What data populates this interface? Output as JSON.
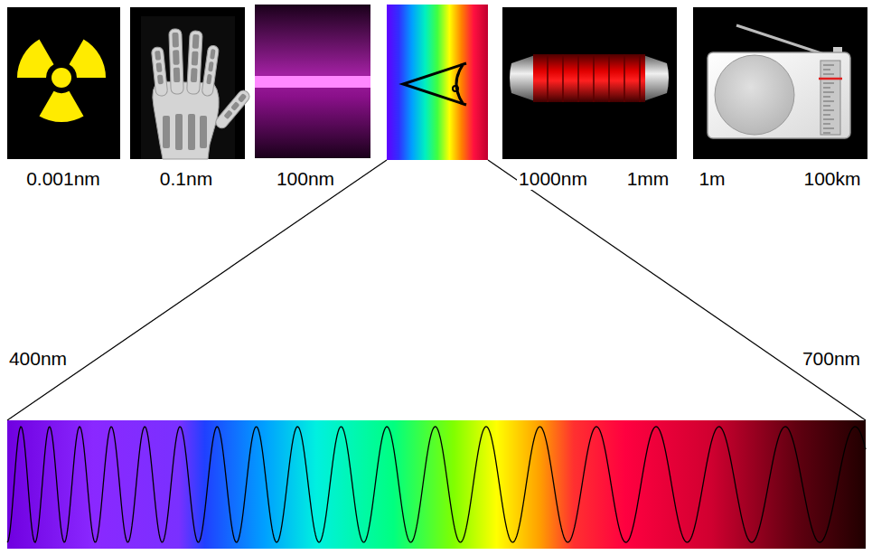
{
  "diagram": {
    "labels": [
      "0.001nm",
      "0.1nm",
      "100nm",
      "1000nm",
      "1mm",
      "1m",
      "100km",
      "400nm",
      "700nm"
    ]
  }
}
